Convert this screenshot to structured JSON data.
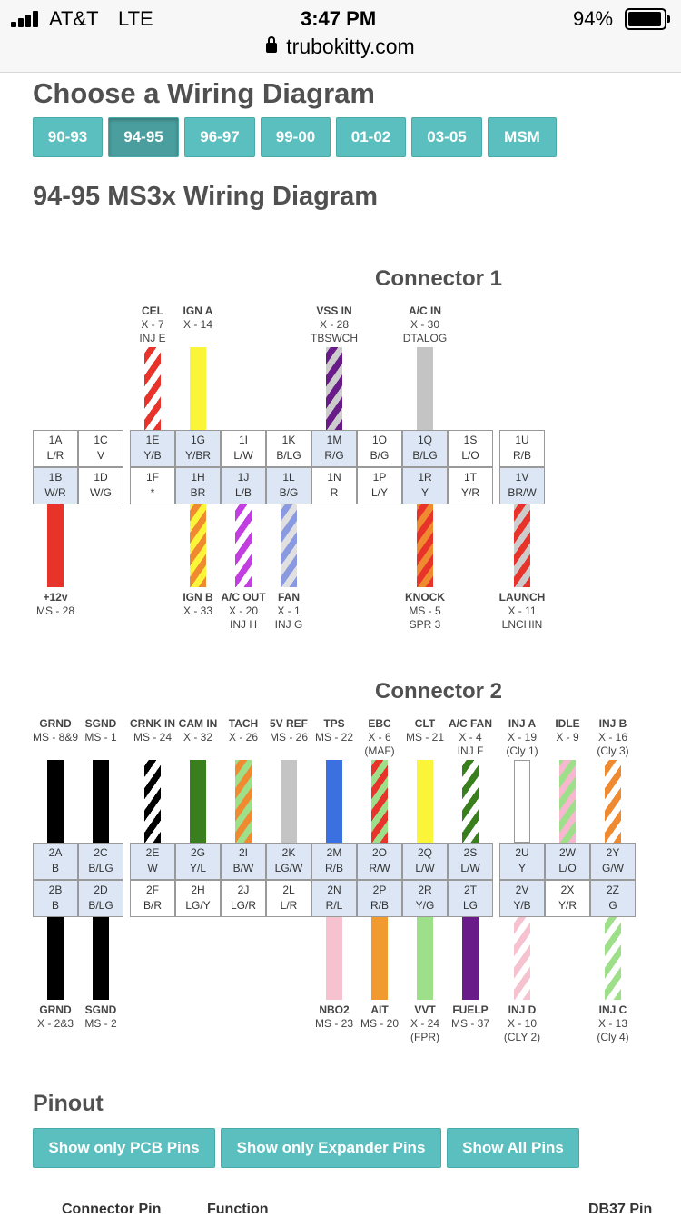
{
  "status_bar": {
    "carrier": "AT&T",
    "network": "LTE",
    "time": "3:47 PM",
    "battery": "94%",
    "battery_level": 0.94
  },
  "browser": {
    "url": "trubokitty.com"
  },
  "page": {
    "title": "Choose a Wiring Diagram",
    "diagram_title": "94-95 MS3x Wiring Diagram",
    "pinout_title": "Pinout"
  },
  "tabs": [
    {
      "label": "90-93",
      "active": false
    },
    {
      "label": "94-95",
      "active": true
    },
    {
      "label": "96-97",
      "active": false
    },
    {
      "label": "99-00",
      "active": false
    },
    {
      "label": "01-02",
      "active": false
    },
    {
      "label": "03-05",
      "active": false
    },
    {
      "label": "MSM",
      "active": false
    }
  ],
  "colors": {
    "tab": "#5bbfbf",
    "tab_active": "#4a9e9e",
    "pin_highlight": "#dce6f4",
    "heading": "#505050"
  },
  "connector1": {
    "title": "Connector 1",
    "pins": [
      {
        "id": "1A",
        "code": "L/R",
        "hl": false
      },
      {
        "id": "1B",
        "code": "W/R",
        "hl": true
      },
      {
        "id": "1C",
        "code": "V",
        "hl": false
      },
      {
        "id": "1D",
        "code": "W/G",
        "hl": false
      },
      {
        "id": "1E",
        "code": "Y/B",
        "hl": true
      },
      {
        "id": "1F",
        "code": "*",
        "hl": false
      },
      {
        "id": "1G",
        "code": "Y/BR",
        "hl": true
      },
      {
        "id": "1H",
        "code": "BR",
        "hl": true
      },
      {
        "id": "1I",
        "code": "L/W",
        "hl": false
      },
      {
        "id": "1J",
        "code": "L/B",
        "hl": true
      },
      {
        "id": "1K",
        "code": "B/LG",
        "hl": false
      },
      {
        "id": "1L",
        "code": "B/G",
        "hl": true
      },
      {
        "id": "1M",
        "code": "R/G",
        "hl": true
      },
      {
        "id": "1N",
        "code": "R",
        "hl": false
      },
      {
        "id": "1O",
        "code": "B/G",
        "hl": false
      },
      {
        "id": "1P",
        "code": "L/Y",
        "hl": false
      },
      {
        "id": "1Q",
        "code": "B/LG",
        "hl": true
      },
      {
        "id": "1R",
        "code": "Y",
        "hl": true
      },
      {
        "id": "1S",
        "code": "L/O",
        "hl": false
      },
      {
        "id": "1T",
        "code": "Y/R",
        "hl": false
      },
      {
        "id": "1U",
        "code": "R/B",
        "hl": false
      },
      {
        "id": "1V",
        "code": "BR/W",
        "hl": true
      }
    ],
    "wires_top": [
      {
        "pin": "1E",
        "name": "CEL",
        "lines": [
          "X - 7",
          "INJ E"
        ],
        "color": "#e8332a",
        "stripe": "#ffffff"
      },
      {
        "pin": "1G",
        "name": "IGN A",
        "lines": [
          "X - 14"
        ],
        "color": "#fbf53a",
        "stripe": ""
      },
      {
        "pin": "1M",
        "name": "VSS IN",
        "lines": [
          "X - 28",
          "TBSWCH"
        ],
        "color": "#6a1b8a",
        "stripe": "#cccccc"
      },
      {
        "pin": "1Q",
        "name": "A/C IN",
        "lines": [
          "X - 30",
          "DTALOG"
        ],
        "color": "#c4c4c4",
        "stripe": ""
      }
    ],
    "wires_bottom": [
      {
        "pin": "1B",
        "name": "+12v",
        "lines": [
          "MS - 28"
        ],
        "color": "#e8332a",
        "stripe": ""
      },
      {
        "pin": "1H",
        "name": "IGN B",
        "lines": [
          "X - 33"
        ],
        "color": "#f08a30",
        "stripe": "#fbf53a"
      },
      {
        "pin": "1J",
        "name": "A/C OUT",
        "lines": [
          "X - 20",
          "INJ H"
        ],
        "color": "#c23ee0",
        "stripe": "#ffffff"
      },
      {
        "pin": "1L",
        "name": "FAN",
        "lines": [
          "X - 1",
          "INJ G"
        ],
        "color": "#8a9ae0",
        "stripe": "#e0e0e0"
      },
      {
        "pin": "1R",
        "name": "KNOCK",
        "lines": [
          "MS - 5",
          "SPR 3"
        ],
        "color": "#e8332a",
        "stripe": "#f08a30"
      },
      {
        "pin": "1V",
        "name": "LAUNCH",
        "lines": [
          "X - 11",
          "LNCHIN"
        ],
        "color": "#e8332a",
        "stripe": "#cccccc"
      }
    ]
  },
  "connector2": {
    "title": "Connector 2",
    "pins": [
      {
        "id": "2A",
        "code": "B",
        "hl": true
      },
      {
        "id": "2B",
        "code": "B",
        "hl": true
      },
      {
        "id": "2C",
        "code": "B/LG",
        "hl": true
      },
      {
        "id": "2D",
        "code": "B/LG",
        "hl": true
      },
      {
        "id": "2E",
        "code": "W",
        "hl": true
      },
      {
        "id": "2F",
        "code": "B/R",
        "hl": false
      },
      {
        "id": "2G",
        "code": "Y/L",
        "hl": true
      },
      {
        "id": "2H",
        "code": "LG/Y",
        "hl": false
      },
      {
        "id": "2I",
        "code": "B/W",
        "hl": true
      },
      {
        "id": "2J",
        "code": "LG/R",
        "hl": false
      },
      {
        "id": "2K",
        "code": "LG/W",
        "hl": true
      },
      {
        "id": "2L",
        "code": "L/R",
        "hl": false
      },
      {
        "id": "2M",
        "code": "R/B",
        "hl": true
      },
      {
        "id": "2N",
        "code": "R/L",
        "hl": true
      },
      {
        "id": "2O",
        "code": "R/W",
        "hl": true
      },
      {
        "id": "2P",
        "code": "R/B",
        "hl": true
      },
      {
        "id": "2Q",
        "code": "L/W",
        "hl": true
      },
      {
        "id": "2R",
        "code": "Y/G",
        "hl": true
      },
      {
        "id": "2S",
        "code": "L/W",
        "hl": true
      },
      {
        "id": "2T",
        "code": "LG",
        "hl": true
      },
      {
        "id": "2U",
        "code": "Y",
        "hl": true
      },
      {
        "id": "2V",
        "code": "Y/B",
        "hl": true
      },
      {
        "id": "2W",
        "code": "L/O",
        "hl": true
      },
      {
        "id": "2X",
        "code": "Y/R",
        "hl": false
      },
      {
        "id": "2Y",
        "code": "G/W",
        "hl": true
      },
      {
        "id": "2Z",
        "code": "G",
        "hl": true
      }
    ],
    "wires_top": [
      {
        "pin": "2A",
        "name": "GRND",
        "lines": [
          "MS - 8&9"
        ],
        "color": "#000000",
        "stripe": ""
      },
      {
        "pin": "2C",
        "name": "SGND",
        "lines": [
          "MS - 1"
        ],
        "color": "#000000",
        "stripe": ""
      },
      {
        "pin": "2E",
        "name": "CRNK IN",
        "lines": [
          "MS - 24"
        ],
        "color": "#000000",
        "stripe": "#ffffff"
      },
      {
        "pin": "2G",
        "name": "CAM IN",
        "lines": [
          "X - 32"
        ],
        "color": "#3a7f1e",
        "stripe": ""
      },
      {
        "pin": "2I",
        "name": "TACH",
        "lines": [
          "X - 26"
        ],
        "color": "#f08a30",
        "stripe": "#9ee08a"
      },
      {
        "pin": "2K",
        "name": "5V REF",
        "lines": [
          "MS - 26"
        ],
        "color": "#c4c4c4",
        "stripe": ""
      },
      {
        "pin": "2M",
        "name": "TPS",
        "lines": [
          "MS - 22"
        ],
        "color": "#3a70e0",
        "stripe": ""
      },
      {
        "pin": "2O",
        "name": "EBC",
        "lines": [
          "X - 6",
          "(MAF)"
        ],
        "color": "#e8332a",
        "stripe": "#9ee08a"
      },
      {
        "pin": "2Q",
        "name": "CLT",
        "lines": [
          "MS - 21"
        ],
        "color": "#fbf53a",
        "stripe": ""
      },
      {
        "pin": "2S",
        "name": "A/C FAN",
        "lines": [
          "X - 4",
          "INJ F"
        ],
        "color": "#3a7f1e",
        "stripe": "#ffffff"
      },
      {
        "pin": "2U",
        "name": "INJ A",
        "lines": [
          "X - 19",
          "(Cly 1)"
        ],
        "color": "#ffffff",
        "stripe": ""
      },
      {
        "pin": "2W",
        "name": "IDLE",
        "lines": [
          "X - 9"
        ],
        "color": "#f6b8cf",
        "stripe": "#9ee08a"
      },
      {
        "pin": "2Y",
        "name": "INJ B",
        "lines": [
          "X - 16",
          "(Cly 3)"
        ],
        "color": "#f08a30",
        "stripe": "#ffffff"
      }
    ],
    "wires_bottom": [
      {
        "pin": "2B",
        "name": "GRND",
        "lines": [
          "X - 2&3"
        ],
        "color": "#000000",
        "stripe": ""
      },
      {
        "pin": "2D",
        "name": "SGND",
        "lines": [
          "MS - 2"
        ],
        "color": "#000000",
        "stripe": ""
      },
      {
        "pin": "2N",
        "name": "NBO2",
        "lines": [
          "MS - 23"
        ],
        "color": "#f6c2cf",
        "stripe": ""
      },
      {
        "pin": "2P",
        "name": "AIT",
        "lines": [
          "MS - 20"
        ],
        "color": "#f09a30",
        "stripe": ""
      },
      {
        "pin": "2R",
        "name": "VVT",
        "lines": [
          "X - 24",
          "(FPR)"
        ],
        "color": "#9ee08a",
        "stripe": ""
      },
      {
        "pin": "2T",
        "name": "FUELP",
        "lines": [
          "MS - 37"
        ],
        "color": "#6a1b8a",
        "stripe": ""
      },
      {
        "pin": "2V",
        "name": "INJ D",
        "lines": [
          "X - 10",
          "(CLY 2)"
        ],
        "color": "#f6c2cf",
        "stripe": "#ffffff"
      },
      {
        "pin": "2Z",
        "name": "INJ C",
        "lines": [
          "X - 13",
          "(Cly 4)"
        ],
        "color": "#9ee08a",
        "stripe": "#ffffff"
      }
    ]
  },
  "pinout_buttons": [
    "Show only PCB Pins",
    "Show only Expander Pins",
    "Show All Pins"
  ],
  "table_headers": [
    "Connector Pin",
    "Function",
    "DB37 Pin"
  ]
}
